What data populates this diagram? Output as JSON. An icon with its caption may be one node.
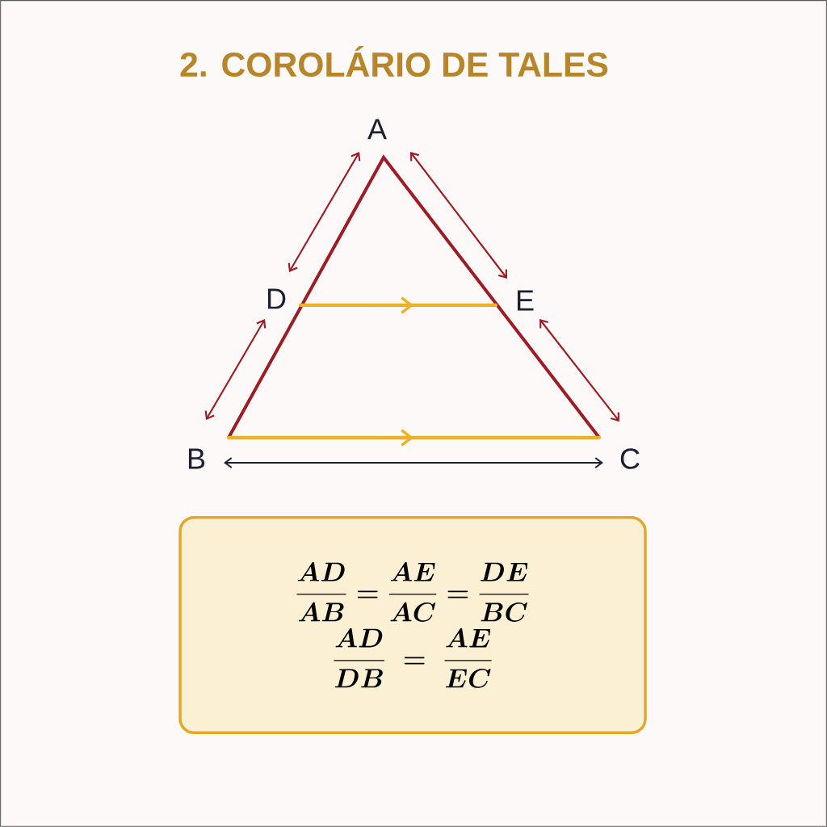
{
  "diagram": {
    "title": "2. COROLÁRIO DE TALES",
    "nodes": [
      {
        "text": [
          "\\dfrac{AD}{AB}=\\dfrac{AE}{AC}=\\dfrac{DE}{BC}",
          "\\dfrac{AD}{DB}\\;=\\;\\dfrac{AE}{EC}"
        ]
      }
    ],
    "edges": [],
    "labels": [
      "A",
      "D",
      "E",
      "B",
      "C"
    ]
  }
}
